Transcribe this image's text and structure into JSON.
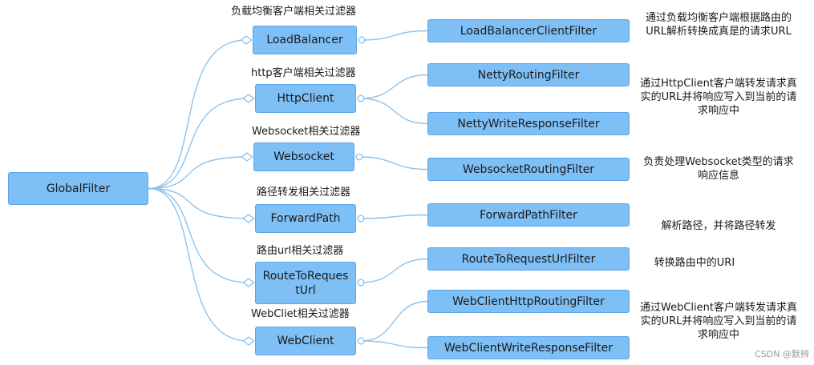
{
  "root": {
    "label": "GlobalFilter"
  },
  "groups": [
    {
      "label": "负载均衡客户端相关过滤器",
      "node": "LoadBalancer",
      "filters": [
        "LoadBalancerClientFilter"
      ],
      "description": "通过负载均衡客户端根据路由的URL解析转换成真是的请求URL"
    },
    {
      "label": "http客户端相关过滤器",
      "node": "HttpClient",
      "filters": [
        "NettyRoutingFilter",
        "NettyWriteResponseFilter"
      ],
      "description": "通过HttpClient客户端转发请求真实的URL并将响应写入到当前的请求响应中"
    },
    {
      "label": "Websocket相关过滤器",
      "node": "Websocket",
      "filters": [
        "WebsocketRoutingFilter"
      ],
      "description": "负责处理Websocket类型的请求响应信息"
    },
    {
      "label": "路径转发相关过滤器",
      "node": "ForwardPath",
      "filters": [
        "ForwardPathFilter"
      ],
      "description": "解析路径，并将路径转发"
    },
    {
      "label": "路由url相关过滤器",
      "node": "RouteToRequestUrl",
      "filters": [
        "RouteToRequestUrlFilter"
      ],
      "description": "转换路由中的URI"
    },
    {
      "label": "WebCliet相关过滤器",
      "node": "WebClient",
      "filters": [
        "WebClientHttpRoutingFilter",
        "WebClientWriteResponseFilter"
      ],
      "description": "通过WebClient客户端转发请求真实的URL并将响应写入到当前的请求响应中"
    }
  ],
  "watermark": "CSDN @默辨",
  "colors": {
    "node_fill": "#7ebff5",
    "node_border": "#5aa6e8",
    "edge": "#8cc3ee"
  }
}
